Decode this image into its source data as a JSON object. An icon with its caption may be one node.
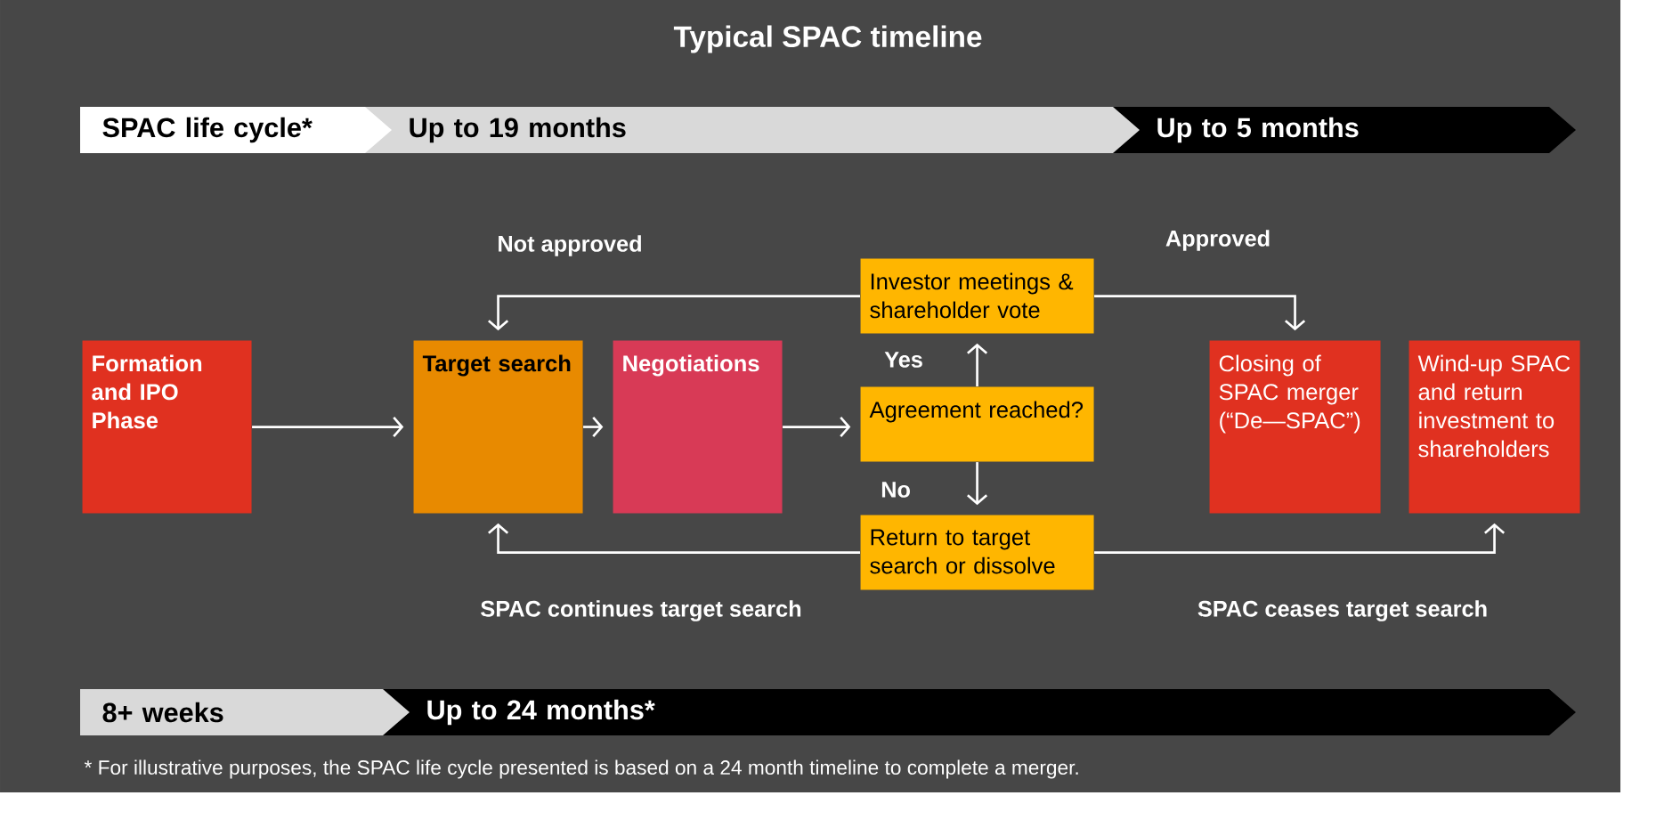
{
  "diagram": {
    "title": "Typical SPAC timeline",
    "caption": "* For illustrative purposes, the SPAC life cycle presented is based on a 24 month timeline to complete a merger.",
    "nodes": [
      {
        "text": [
          "Formation and IPO Phase"
        ]
      },
      {
        "text": [
          "Target search"
        ]
      },
      {
        "text": [
          "Negotiations"
        ]
      },
      {
        "text": [
          "Investor meetings & shareholder vote"
        ]
      },
      {
        "text": [
          "Agreement reached?"
        ]
      },
      {
        "text": [
          "Return to target search or dissolve"
        ]
      },
      {
        "text": [
          "Closing of SPAC merger (“De—SPAC”)"
        ]
      },
      {
        "text": [
          "Wind-up SPAC and return investment to shareholders"
        ]
      },
      {
        "text": [
          "SPAC life cycle*"
        ]
      },
      {
        "text": [
          "Up to 19 months"
        ]
      },
      {
        "text": [
          "Up to 5 months"
        ]
      },
      {
        "text": [
          "8+ weeks"
        ]
      },
      {
        "text": [
          "Up to 24 months*"
        ]
      }
    ],
    "edges": [
      {
        "from": 0,
        "to": 1,
        "arrow": "to"
      },
      {
        "from": 1,
        "to": 2,
        "arrow": "to"
      },
      {
        "from": 2,
        "to": 4,
        "arrow": "to"
      },
      {
        "from": 4,
        "to": 3,
        "arrow": "to",
        "label": "Yes"
      },
      {
        "from": 4,
        "to": 5,
        "arrow": "to",
        "label": "No"
      },
      {
        "from": 3,
        "to": 1,
        "arrow": "to",
        "label": "Not approved"
      },
      {
        "from": 3,
        "to": 6,
        "arrow": "to",
        "label": "Approved"
      },
      {
        "from": 5,
        "to": 1,
        "arrow": "to",
        "label": "SPAC continues target search"
      },
      {
        "from": 5,
        "to": 7,
        "arrow": "to",
        "label": "SPAC ceases target search"
      }
    ]
  }
}
